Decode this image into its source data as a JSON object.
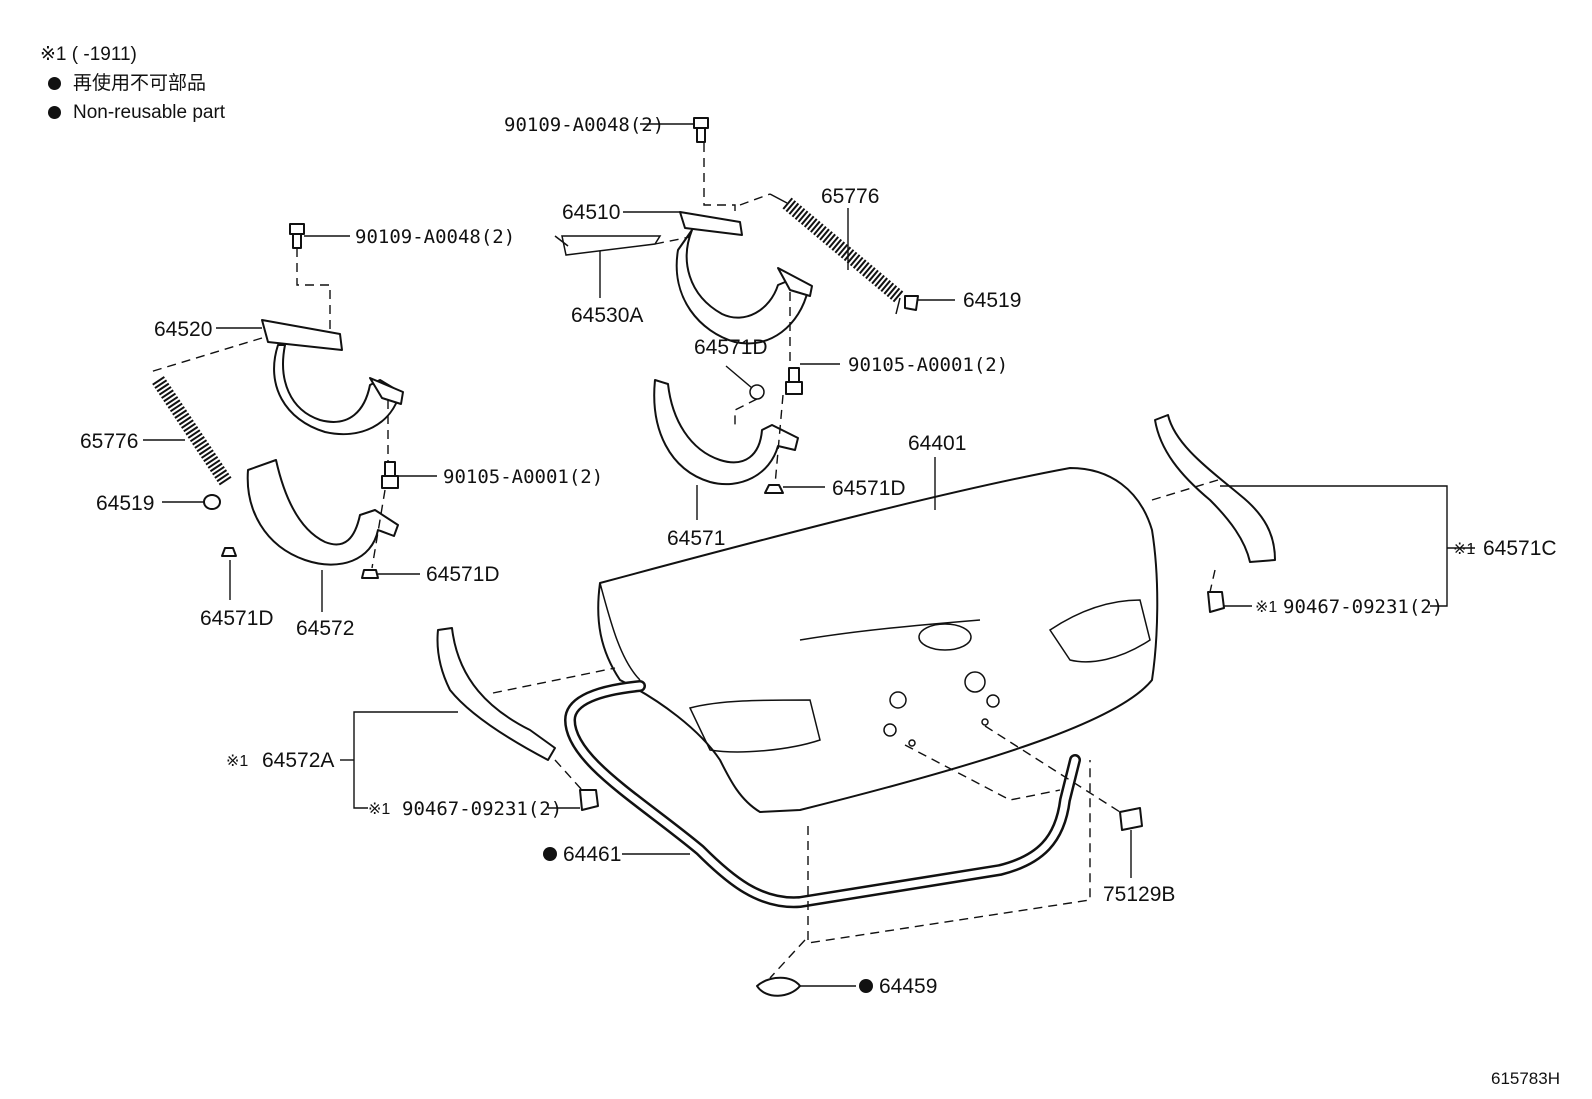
{
  "legend": {
    "range_note": "※1 (        -1911)",
    "non_reusable_jp": "再使用不可部品",
    "non_reusable_en": "Non-reusable part"
  },
  "labels": {
    "p90109_top": "90109-A0048(2)",
    "p64510": "64510",
    "p65776_right": "65776",
    "p64530A": "64530A",
    "p64519_right": "64519",
    "p64571D_top": "64571D",
    "p90105_right": "90105-A0001(2)",
    "p64571D_mid": "64571D",
    "p64571": "64571",
    "p64401": "64401",
    "p90109_left": "90109-A0048(2)",
    "p64520": "64520",
    "p65776_left": "65776",
    "p64519_left": "64519",
    "p90105_left": "90105-A0001(2)",
    "p64571D_left_low": "64571D",
    "p64571D_left_right": "64571D",
    "p64572": "64572",
    "p64571C": "64571C",
    "p90467_right": "90467-09231(2)",
    "p64572A": "64572A",
    "p90467_left": "90467-09231(2)",
    "p64461": "64461",
    "p75129B": "75129B",
    "p64459": "64459"
  },
  "marks": {
    "mark1": "※1"
  },
  "reference_code": "615783H"
}
